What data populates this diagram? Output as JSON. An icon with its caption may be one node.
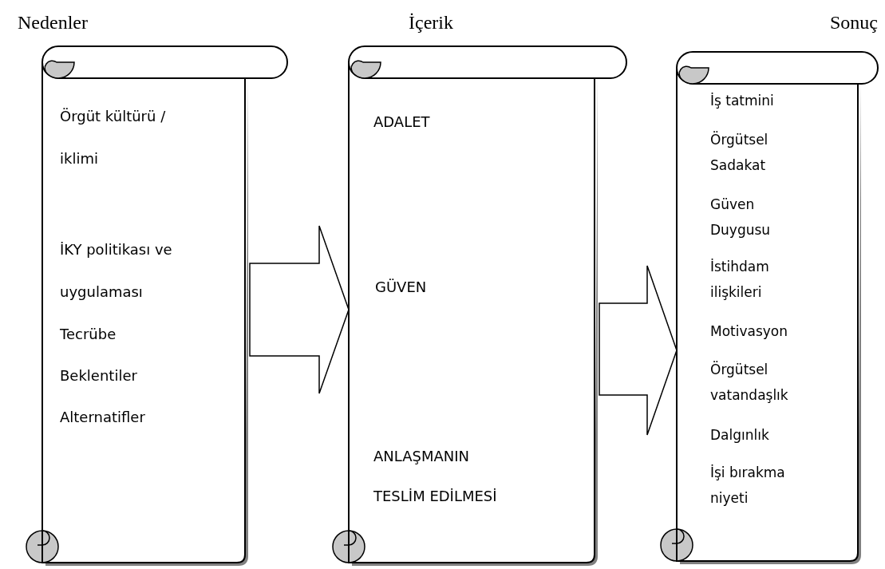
{
  "diagram": {
    "nodes": [
      {
        "text": [
          "Nedenler",
          "Örgüt kültürü / iklimi",
          "İKY politikası ve uygulaması",
          "Tecrübe",
          "Beklentiler",
          "Alternatifler"
        ]
      },
      {
        "text": [
          "İçerik",
          "ADALET",
          "GÜVEN",
          "ANLAŞMANIN TESLİM EDİLMESİ"
        ]
      },
      {
        "text": [
          "Sonuç",
          "İş tatmini",
          "Örgütsel Sadakat",
          "Güven Duygusu",
          "İstihdam ilişkileri",
          "Motivasyon",
          "Örgütsel vatandaşlık",
          "Dalgınlık",
          "İşi bırakma niyeti"
        ]
      }
    ],
    "edges": [
      {
        "from": 0,
        "to": 1,
        "arrow": "to"
      },
      {
        "from": 1,
        "to": 2,
        "arrow": "to"
      }
    ]
  }
}
